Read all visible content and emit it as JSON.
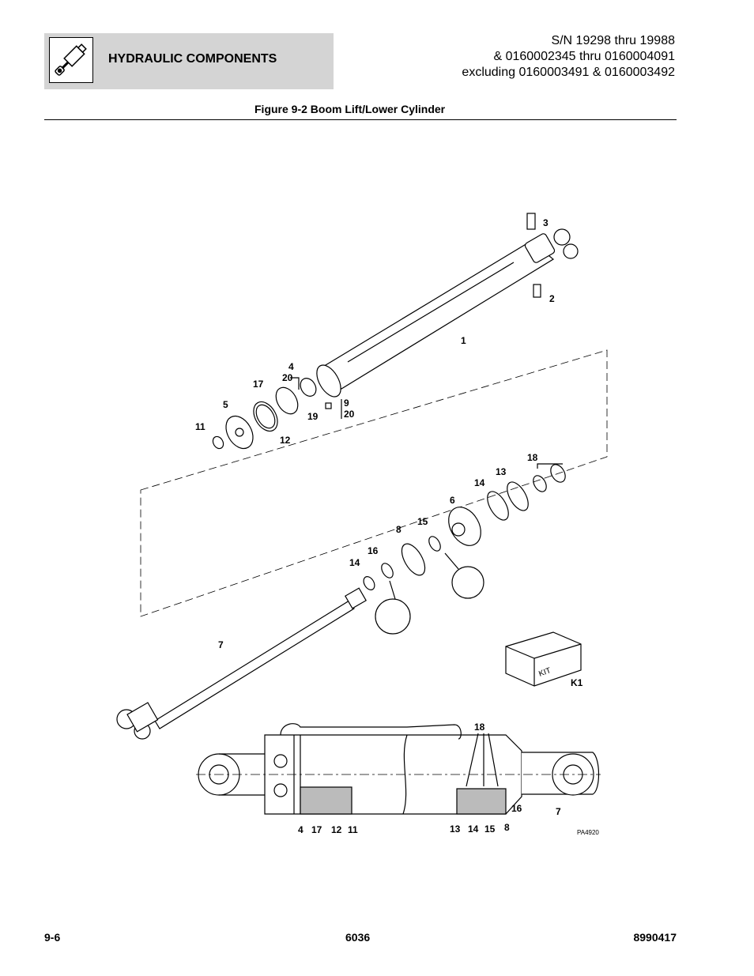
{
  "header": {
    "section_title": "HYDRAULIC COMPONENTS",
    "sn_lines": [
      "S/N 19298 thru 19988",
      "& 0160002345 thru 0160004091",
      "excluding 0160003491 & 0160003492"
    ]
  },
  "figure": {
    "title": "Figure 9-2 Boom Lift/Lower Cylinder",
    "drawing_id": "PA4920",
    "kit_label": "KIT",
    "callouts": [
      "3",
      "2",
      "1",
      "4",
      "20",
      "17",
      "9",
      "20",
      "19",
      "5",
      "11",
      "12",
      "18",
      "13",
      "14",
      "6",
      "15",
      "8",
      "16",
      "14",
      "7",
      "K1",
      "18",
      "16",
      "7",
      "4",
      "17",
      "12",
      "11",
      "13",
      "14",
      "15",
      "8"
    ]
  },
  "footer": {
    "page": "9-6",
    "model": "6036",
    "doc_number": "8990417"
  }
}
